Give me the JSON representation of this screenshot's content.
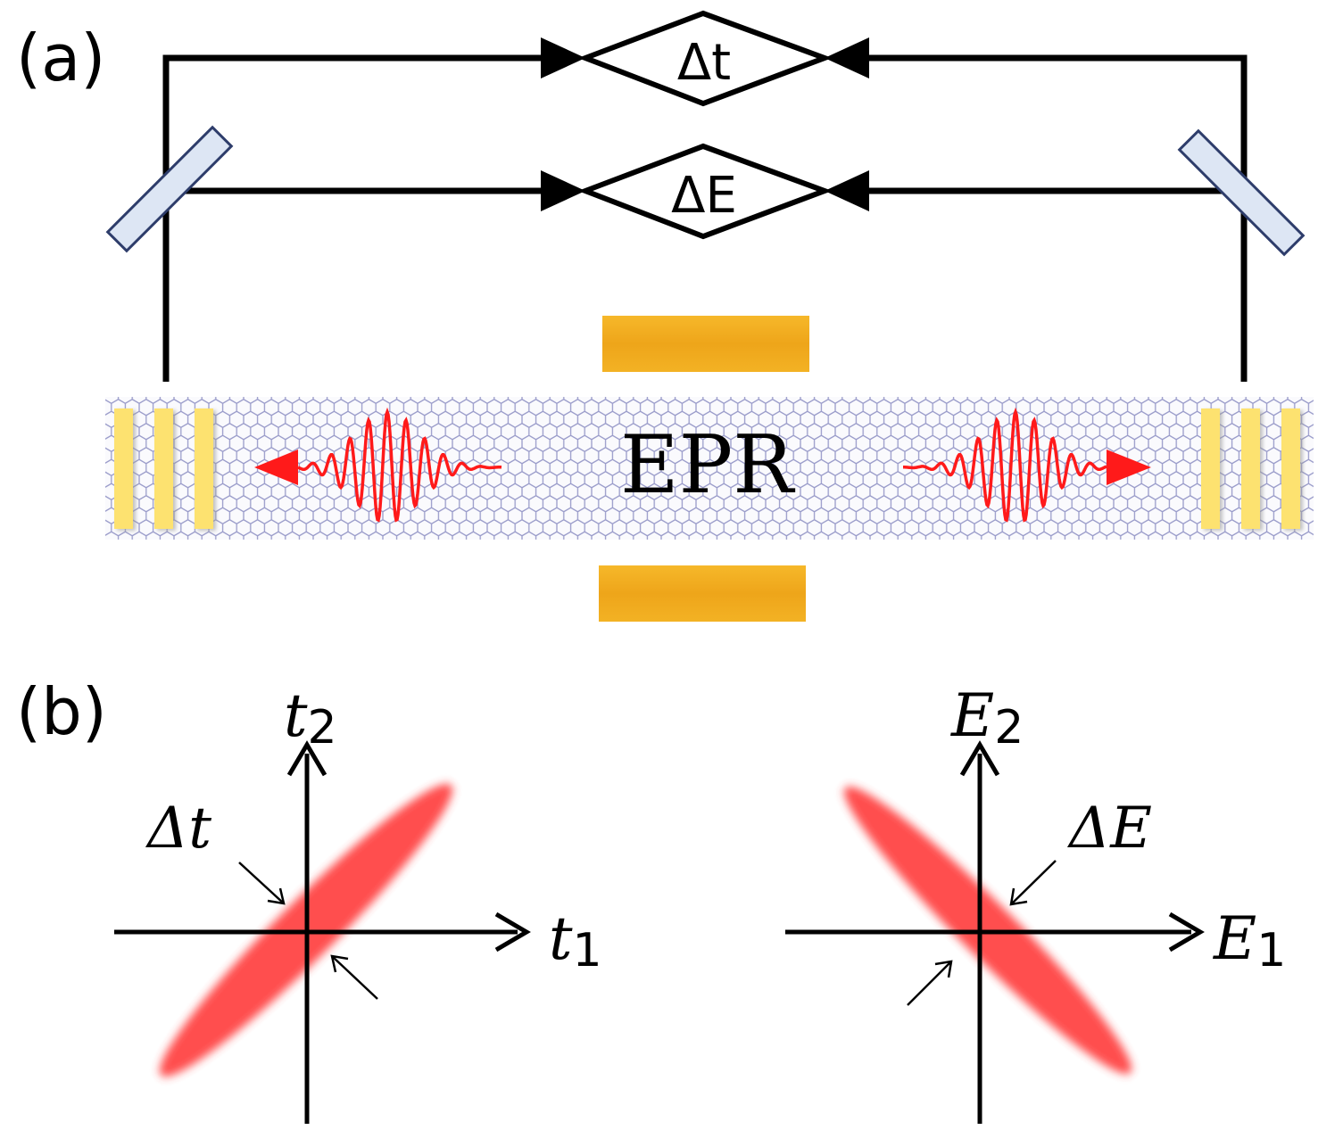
{
  "panel_a": {
    "label": "(a)",
    "detector_time": "Δt",
    "detector_energy": "ΔE",
    "source_label": "EPR"
  },
  "panel_b": {
    "label": "(b)",
    "left_plot": {
      "x_axis": "t",
      "x_sub": "1",
      "y_axis": "t",
      "y_sub": "2",
      "width_label": "Δt",
      "correlation": "positive"
    },
    "right_plot": {
      "x_axis": "E",
      "x_sub": "1",
      "y_axis": "E",
      "y_sub": "2",
      "width_label": "ΔE",
      "correlation": "negative"
    }
  },
  "colors": {
    "line": "#000000",
    "wavepacket": "#ff1a1a",
    "gate": "#f2ad1c",
    "contact": "#fde270",
    "beamsplitter_fill": "#dde6f4",
    "beamsplitter_edge": "#2e3d6b",
    "lattice": "#8f91c4",
    "ellipse": "#ff3a3a"
  }
}
